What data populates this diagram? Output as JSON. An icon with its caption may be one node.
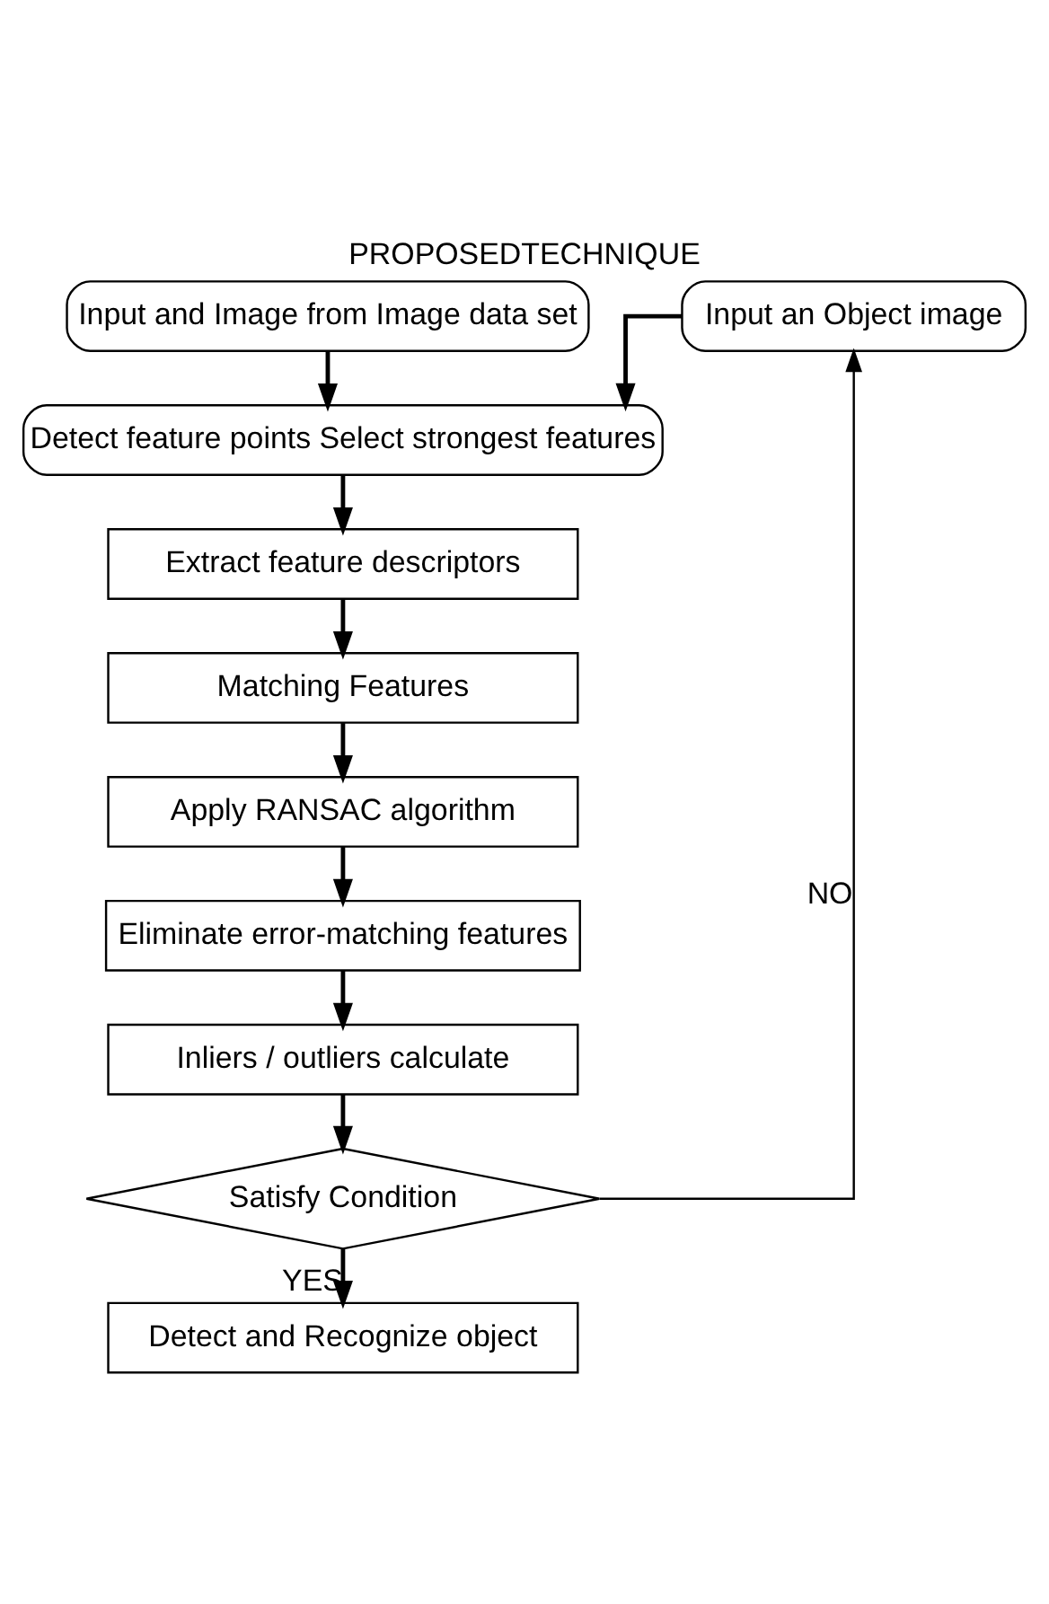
{
  "diagram": {
    "title": "PROPOSEDTECHNIQUE",
    "nodes": [
      {
        "text": [
          "Input and Image from Image data set"
        ]
      },
      {
        "text": [
          "Input an Object image"
        ]
      },
      {
        "text": [
          "Detect feature points Select strongest features"
        ]
      },
      {
        "text": [
          "Extract feature descriptors"
        ]
      },
      {
        "text": [
          "Matching Features"
        ]
      },
      {
        "text": [
          "Apply RANSAC algorithm"
        ]
      },
      {
        "text": [
          "Eliminate error-matching features"
        ]
      },
      {
        "text": [
          "Inliers / outliers calculate"
        ]
      },
      {
        "text": [
          "Satisfy Condition"
        ]
      },
      {
        "text": [
          "Detect and Recognize object"
        ]
      }
    ],
    "edges": [
      {
        "from": 0,
        "to": 2,
        "arrow": "to"
      },
      {
        "from": 1,
        "to": 2,
        "arrow": "to"
      },
      {
        "from": 2,
        "to": 3,
        "arrow": "to"
      },
      {
        "from": 3,
        "to": 4,
        "arrow": "to"
      },
      {
        "from": 4,
        "to": 5,
        "arrow": "to"
      },
      {
        "from": 5,
        "to": 6,
        "arrow": "to"
      },
      {
        "from": 6,
        "to": 7,
        "arrow": "to"
      },
      {
        "from": 7,
        "to": 8,
        "arrow": "to"
      },
      {
        "from": 8,
        "to": 9,
        "label": "YES",
        "arrow": "to"
      },
      {
        "from": 8,
        "to": 1,
        "label": "NO",
        "arrow": "to"
      }
    ]
  }
}
